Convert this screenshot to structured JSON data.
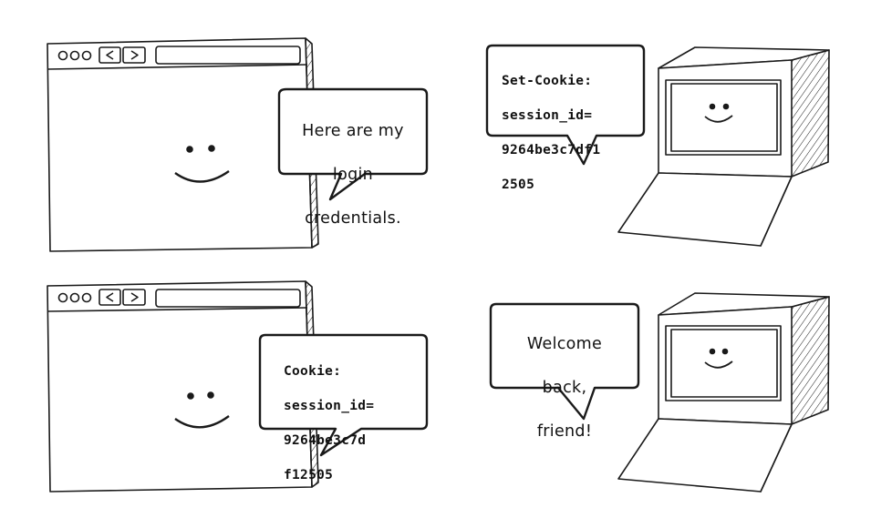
{
  "panels": [
    {
      "id": "browser-login",
      "text": "Here are my login credentials."
    },
    {
      "id": "server-set-cookie",
      "text": "Set-Cookie: session_id= 9264be3c7df1 2505"
    },
    {
      "id": "browser-cookie",
      "text": "Cookie: session_id= 9264be3c7d f12505"
    },
    {
      "id": "server-welcome",
      "text": "Welcome back, friend!"
    }
  ],
  "lines": {
    "p0": [
      "Here are my",
      "login",
      "credentials."
    ],
    "p1": [
      "Set-Cookie:",
      "session_id=",
      "9264be3c7df1",
      "2505"
    ],
    "p2": [
      "Cookie:",
      "session_id=",
      "9264be3c7d",
      "f12505"
    ],
    "p3": [
      "Welcome",
      "back,",
      "friend!"
    ]
  },
  "colors": {
    "ink": "#1a1a1a",
    "background": "#ffffff",
    "screen-frame": "#ffffff"
  }
}
